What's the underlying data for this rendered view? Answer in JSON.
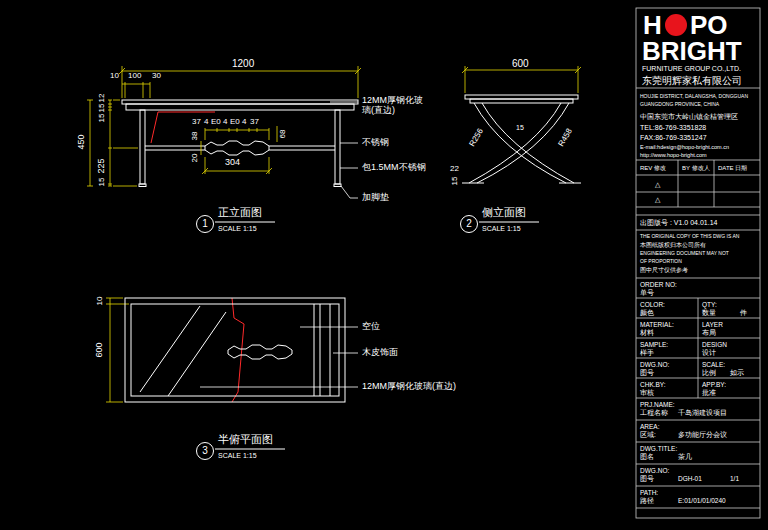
{
  "diagram": {
    "nodes": [
      {
        "text": [
          "1",
          "正立面图",
          "SCALE 1:15"
        ]
      },
      {
        "text": [
          "2",
          "侧立面图",
          "SCALE 1:15"
        ]
      },
      {
        "text": [
          "3",
          "半俯平面图",
          "SCALE 1:15"
        ]
      }
    ],
    "labels": [
      "1200",
      "10",
      "100",
      "30",
      "15",
      "15",
      "12",
      "450",
      "225",
      "15",
      "37",
      "4",
      "E0",
      "4",
      "E0",
      "4",
      "37",
      "38",
      "20",
      "68",
      "304",
      "12MM厚钢化玻璃(直边)",
      "不锈钢",
      "包1.5MM不锈钢",
      "加脚垫",
      "600",
      "R256",
      "R458",
      "15",
      "22",
      "15",
      "10",
      "600",
      "空位",
      "木皮饰面",
      "12MM厚钢化玻璃(直边)",
      "H",
      "PO",
      "BRIGHT",
      "FURNITURE GROUP CO.,LTD.",
      "东莞明辉家私有限公司",
      "HOUJIE DISTRICT, DALANGSHA, DONGGUAN",
      "GUANGDONG PROVINCE, CHINA",
      "中国东莞市大岭山镇金桔管理区",
      "TEL:86-769-3351828",
      "FAX:86-769-3351247",
      "E-mail:hdesign@hopo-bright.com.cn",
      "http://www.hopo-bright.com",
      "REV 修改",
      "BY 修改人",
      "DATE 日期",
      "△",
      "△",
      "出图版号 : V1.0 04.01.14",
      "THE ORIGINAL COPY OF THIS DWG IS AN",
      "本图纸版权归本公司所有",
      "ENGINEERING DOCUMENT MAY NOT",
      "OF PROPORTION",
      "图中尺寸仅供参考",
      "ORDER NO:",
      "单号",
      "COLOR:",
      "颜色",
      "QTY:",
      "数量",
      "件",
      "MATERIAL:",
      "材料",
      "LAYER",
      "布局",
      "SAMPLE:",
      "样手",
      "DESIGN",
      "设计",
      "DWG.NO:",
      "图号",
      "SCALE:",
      "比例",
      "如示",
      "CHK.BY:",
      "审核",
      "APP.BY:",
      "批准",
      "PRJ.NAME:",
      "工程名称",
      "千岛湖建设项目",
      "AREA:",
      "区域:",
      "多功能厅分会议",
      "DWG.TITLE:",
      "图名",
      "茶几",
      "DWG.NO:",
      "图号",
      "DGH-01",
      "1/1",
      "PATH:",
      "路径",
      "E:01/01/01/0240"
    ]
  }
}
